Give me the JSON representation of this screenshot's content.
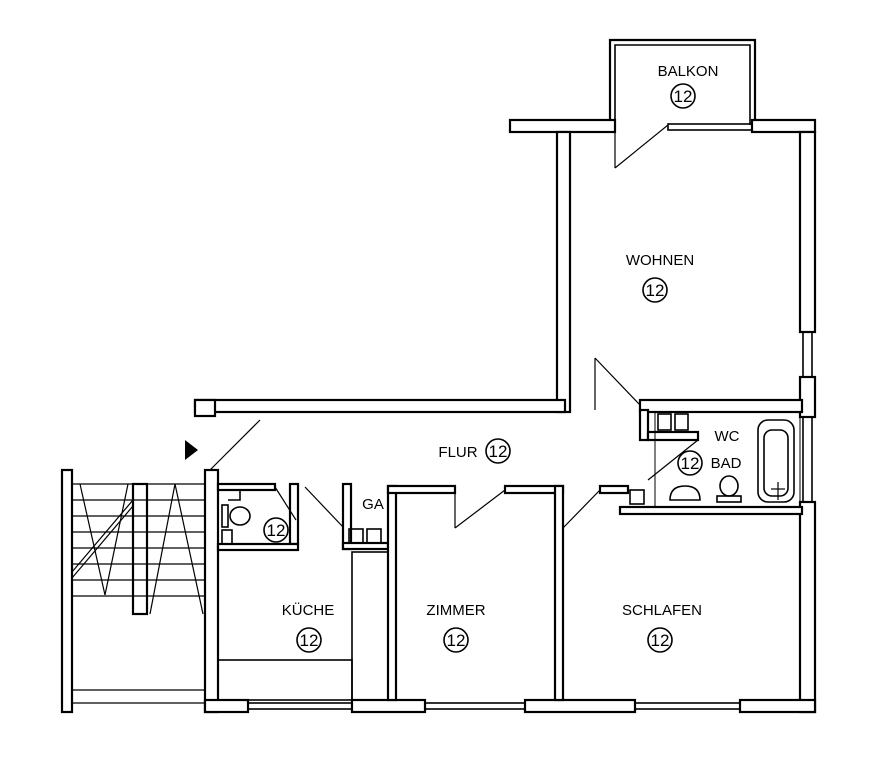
{
  "rooms": {
    "balkon": {
      "name": "BALKON",
      "number": "12"
    },
    "wohnen": {
      "name": "WOHNEN",
      "number": "12"
    },
    "flur": {
      "name": "FLUR",
      "number": "12"
    },
    "wc_bad": {
      "name1": "WC",
      "name2": "BAD",
      "number": "12"
    },
    "gaeste_wc": {
      "number": "12"
    },
    "ga": {
      "name": "GA"
    },
    "kueche": {
      "name": "KÜCHE",
      "number": "12"
    },
    "zimmer": {
      "name": "ZIMMER",
      "number": "12"
    },
    "schlafen": {
      "name": "SCHLAFEN",
      "number": "12"
    }
  },
  "colors": {
    "line": "#000000",
    "background": "#ffffff"
  }
}
